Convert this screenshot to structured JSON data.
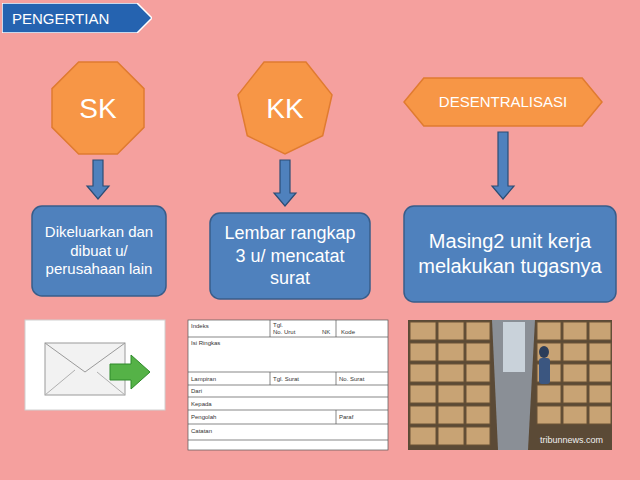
{
  "diagram": {
    "title": "PENGERTIAN",
    "nodes": [
      {
        "text": [
          "SK"
        ]
      },
      {
        "text": [
          "KK"
        ]
      },
      {
        "text": [
          "DESENTRALISASI"
        ]
      },
      {
        "text": [
          "Dikeluarkan dan dibuat u/ perusahaan lain"
        ]
      },
      {
        "text": [
          "Lembar rangkap 3 u/ mencatat surat"
        ]
      },
      {
        "text": [
          "Masing2 unit kerja melakukan tugasnya"
        ]
      }
    ],
    "edges": [
      {
        "from": 0,
        "to": 3,
        "arrow": "to"
      },
      {
        "from": 1,
        "to": 4,
        "arrow": "to"
      },
      {
        "from": 2,
        "to": 5,
        "arrow": "to"
      }
    ],
    "labels": [
      "Indeks",
      "Tgl.",
      "No. Urut",
      "NK",
      "Kode",
      "Isi Ringkas",
      "Lampiran",
      "Tgl. Surat",
      "No. Surat",
      "Dari",
      "Kepada",
      "Pengolah",
      "Paraf",
      "Catatan",
      "tribunnews.com"
    ]
  }
}
